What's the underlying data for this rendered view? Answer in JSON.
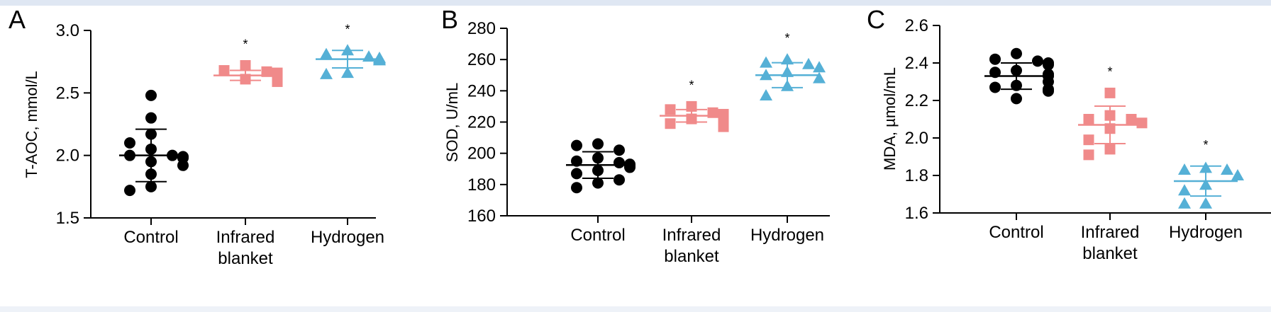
{
  "colors": {
    "control": "#000000",
    "infrared": "#f08a8a",
    "hydrogen": "#55b0d6"
  },
  "chart_data": [
    {
      "type": "scatter",
      "panel": "A",
      "ylabel": "T-AOC, mmol/L",
      "ylim": [
        1.5,
        3.0
      ],
      "yticks": [
        "1.5",
        "2.0",
        "2.5",
        "3.0"
      ],
      "categories": [
        [
          "Control"
        ],
        [
          "Infrared",
          "blanket"
        ],
        [
          "Hydrogen"
        ]
      ],
      "series": [
        {
          "group": "control",
          "marker": "circle",
          "values": [
            2.48,
            2.3,
            2.17,
            2.1,
            2.05,
            2.0,
            2.0,
            1.99,
            1.98,
            1.95,
            1.92,
            1.85,
            1.75,
            1.72
          ],
          "mean": 2.0,
          "sd": 0.21,
          "significance": ""
        },
        {
          "group": "infrared",
          "marker": "square",
          "values": [
            2.72,
            2.68,
            2.67,
            2.66,
            2.65,
            2.64,
            2.61,
            2.6,
            2.6,
            2.59
          ],
          "mean": 2.64,
          "sd": 0.04,
          "significance": "*"
        },
        {
          "group": "hydrogen",
          "marker": "triangle",
          "values": [
            2.84,
            2.81,
            2.79,
            2.78,
            2.77,
            2.76,
            2.66,
            2.65
          ],
          "mean": 2.77,
          "sd": 0.07,
          "significance": "*"
        }
      ]
    },
    {
      "type": "scatter",
      "panel": "B",
      "ylabel": "SOD, U/mL",
      "ylim": [
        160,
        280
      ],
      "yticks": [
        "160",
        "180",
        "200",
        "220",
        "240",
        "260",
        "280"
      ],
      "categories": [
        [
          "Control"
        ],
        [
          "Infrared",
          "blanket"
        ],
        [
          "Hydrogen"
        ]
      ],
      "series": [
        {
          "group": "control",
          "marker": "circle",
          "values": [
            206,
            205,
            202,
            197,
            195,
            194,
            193,
            192,
            192,
            191,
            189,
            187,
            183,
            181,
            178
          ],
          "mean": 192.5,
          "sd": 8.5,
          "significance": ""
        },
        {
          "group": "infrared",
          "marker": "square",
          "values": [
            230,
            228,
            226,
            225,
            224,
            223,
            222,
            221,
            219,
            217
          ],
          "mean": 224,
          "sd": 4,
          "significance": "*"
        },
        {
          "group": "hydrogen",
          "marker": "triangle",
          "values": [
            260,
            258,
            257,
            255,
            252,
            250,
            248,
            243,
            237
          ],
          "mean": 250,
          "sd": 8,
          "significance": "*"
        }
      ]
    },
    {
      "type": "scatter",
      "panel": "C",
      "ylabel": "MDA, µmol/mL",
      "ylim": [
        1.6,
        2.6
      ],
      "yticks": [
        "1.6",
        "1.8",
        "2.0",
        "2.2",
        "2.4",
        "2.6"
      ],
      "categories": [
        [
          "Control"
        ],
        [
          "Infrared",
          "blanket"
        ],
        [
          "Hydrogen"
        ]
      ],
      "series": [
        {
          "group": "control",
          "marker": "circle",
          "values": [
            2.45,
            2.42,
            2.41,
            2.4,
            2.39,
            2.36,
            2.35,
            2.34,
            2.33,
            2.3,
            2.28,
            2.27,
            2.26,
            2.25,
            2.21
          ],
          "mean": 2.33,
          "sd": 0.07,
          "significance": ""
        },
        {
          "group": "infrared",
          "marker": "square",
          "values": [
            2.24,
            2.12,
            2.1,
            2.1,
            2.08,
            2.05,
            1.99,
            1.94,
            1.91
          ],
          "mean": 2.07,
          "sd": 0.1,
          "significance": "*"
        },
        {
          "group": "hydrogen",
          "marker": "triangle",
          "values": [
            1.84,
            1.83,
            1.83,
            1.8,
            1.75,
            1.72,
            1.65,
            1.65
          ],
          "mean": 1.77,
          "sd": 0.08,
          "significance": "*"
        }
      ]
    }
  ]
}
